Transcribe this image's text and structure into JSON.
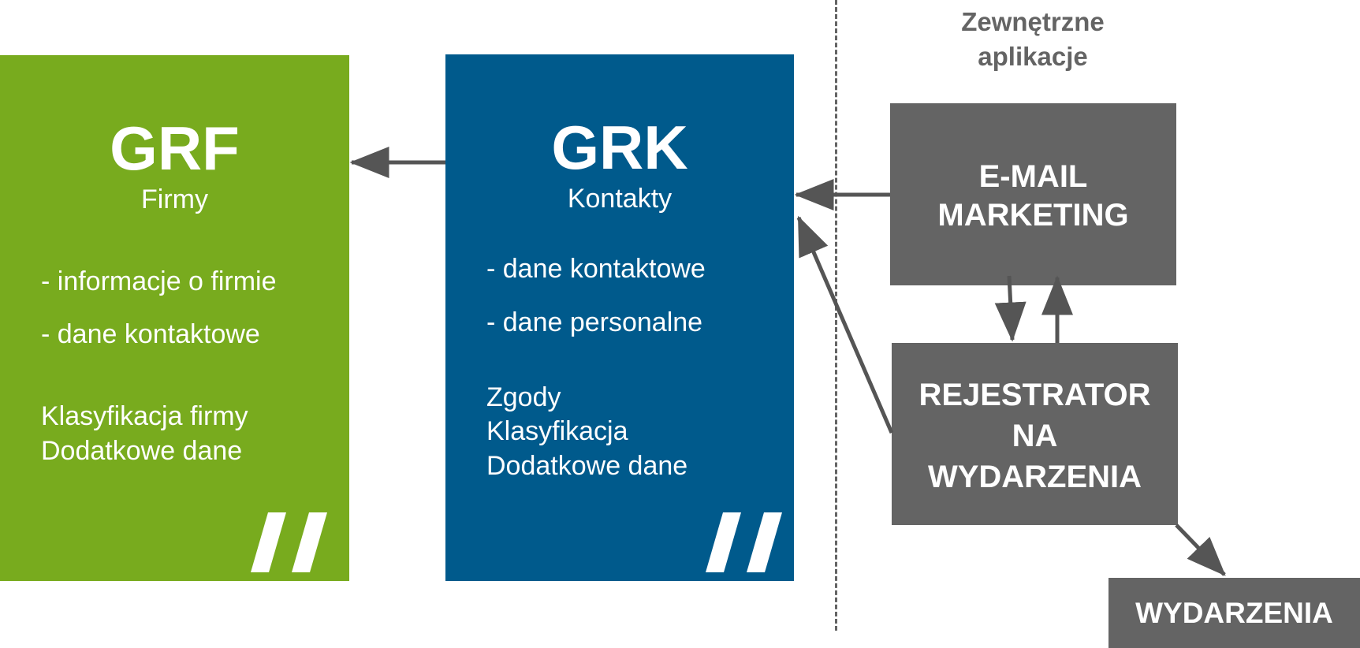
{
  "grf": {
    "abbr": "GRF",
    "subtitle": "Firmy",
    "lines": [
      "- informacje o firmie",
      "- dane kontaktowe",
      "Klasyfikacja firmy",
      "Dodatkowe dane"
    ]
  },
  "grk": {
    "abbr": "GRK",
    "subtitle": "Kontakty",
    "lines": [
      "- dane kontaktowe",
      "- dane personalne",
      "Zgody",
      "Klasyfikacja",
      "Dodatkowe dane"
    ]
  },
  "external": {
    "heading_line1": "Zewnętrzne",
    "heading_line2": "aplikacje"
  },
  "email_box": {
    "line1": "E-MAIL",
    "line2": "MARKETING"
  },
  "registrar_box": {
    "line1": "REJESTRATOR",
    "line2": "NA",
    "line3": "WYDARZENIA"
  },
  "events_box": {
    "label": "WYDARZENIA"
  },
  "colors": {
    "grf": "#78ab1e",
    "grk": "#005a8c",
    "external_box": "#646464",
    "arrow": "#555555"
  },
  "icons": {
    "logo_mark": "double-slash-logo-icon"
  }
}
